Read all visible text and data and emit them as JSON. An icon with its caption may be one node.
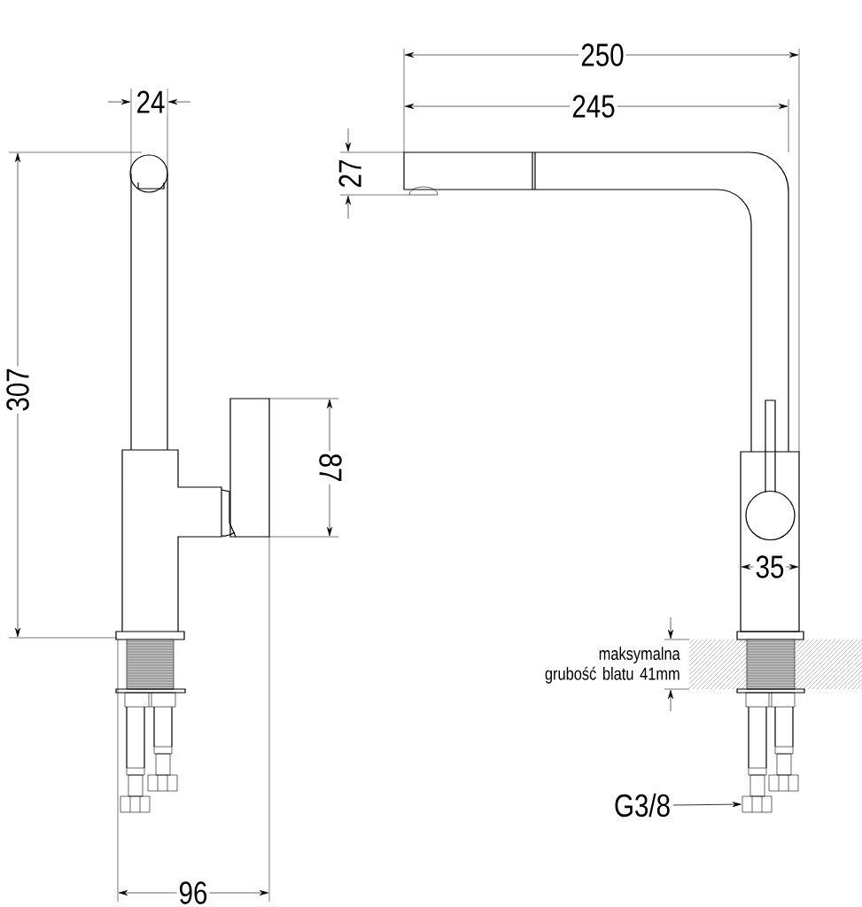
{
  "diagram": {
    "nodes": [
      {
        "text": [
          "G3/8"
        ]
      },
      {
        "text": [],
        "shape": "picture"
      }
    ],
    "edges": [
      {
        "from": 0,
        "to": 1,
        "arrow": "to"
      }
    ],
    "labels": [
      "250",
      "24",
      "245",
      "27",
      "307",
      "87",
      "35",
      "maksymalna grubość blatu 41mm",
      "96"
    ]
  }
}
